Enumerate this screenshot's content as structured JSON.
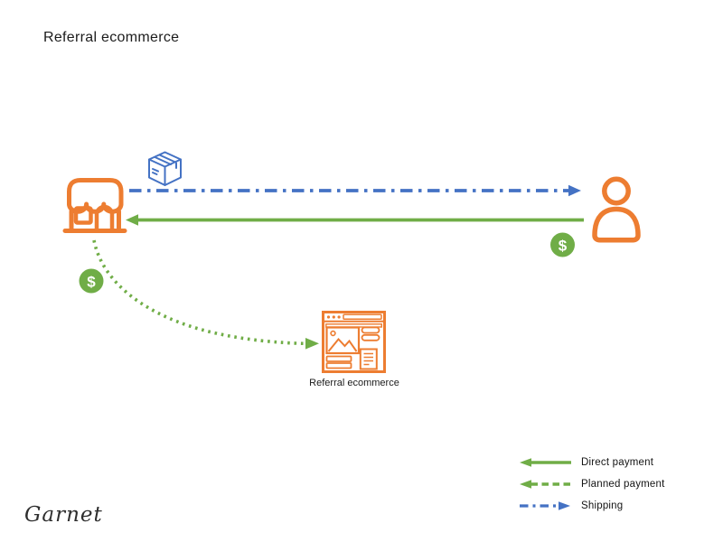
{
  "title": "Referral ecommerce",
  "diagram": {
    "store": {
      "name": "store"
    },
    "customer": {
      "name": "customer"
    },
    "package": {
      "name": "package"
    },
    "referral_site": {
      "label": "Referral ecommerce"
    },
    "dollar_sign": "$",
    "flows": [
      {
        "id": "shipping",
        "from": "store",
        "to": "customer",
        "style": "dash-dot",
        "color": "#4472C4"
      },
      {
        "id": "direct-payment",
        "from": "customer",
        "to": "store",
        "style": "solid",
        "color": "#70AD47"
      },
      {
        "id": "planned-payment",
        "from": "store",
        "to": "referral-site",
        "style": "dotted",
        "color": "#70AD47"
      }
    ]
  },
  "legend": {
    "items": [
      {
        "label": "Direct payment",
        "style": "solid",
        "color": "#70AD47",
        "direction": "left"
      },
      {
        "label": "Planned payment",
        "style": "dashed",
        "color": "#70AD47",
        "direction": "left"
      },
      {
        "label": "Shipping",
        "style": "dash-dot",
        "color": "#4472C4",
        "direction": "right"
      }
    ]
  },
  "signature": "Garnet",
  "colors": {
    "orange": "#ED7D31",
    "green": "#70AD47",
    "blue": "#4472C4",
    "text": "#1A1A1A"
  }
}
